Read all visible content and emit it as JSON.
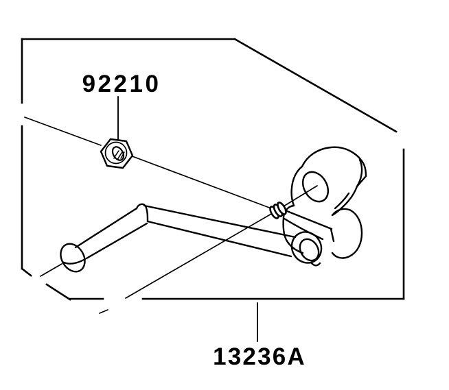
{
  "diagram": {
    "type": "exploded-parts-diagram",
    "colors": {
      "background": "#ffffff",
      "line": "#000000"
    },
    "parts": [
      {
        "id": "92210",
        "name": "hex-nut"
      },
      {
        "id": "13236A",
        "name": "change-lever-assembly"
      }
    ]
  }
}
